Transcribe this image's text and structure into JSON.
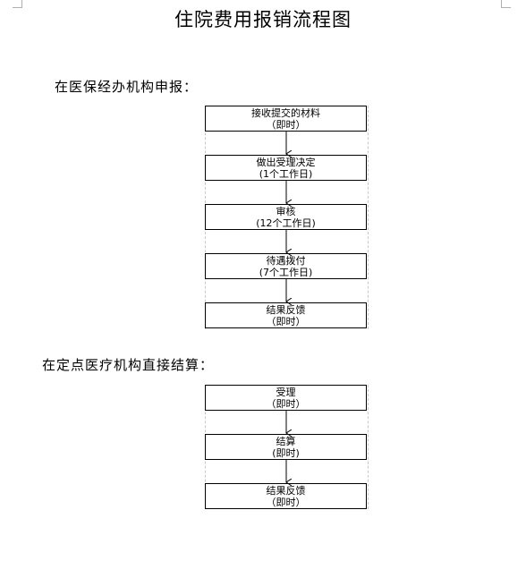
{
  "title": "住院费用报销流程图",
  "sections": [
    {
      "heading": "在医保经办机构申报：",
      "steps": [
        {
          "label": "接收提交的材料",
          "duration": "（即时）"
        },
        {
          "label": "做出受理决定",
          "duration": "(1个工作日)"
        },
        {
          "label": "审核",
          "duration": "(12个工作日)"
        },
        {
          "label": "待遇拨付",
          "duration": "(7个工作日)"
        },
        {
          "label": "结果反馈",
          "duration": "（即时）"
        }
      ]
    },
    {
      "heading": "在定点医疗机构直接结算：",
      "steps": [
        {
          "label": "受理",
          "duration": "（即时）"
        },
        {
          "label": "结算",
          "duration": "(即时)"
        },
        {
          "label": "结果反馈",
          "duration": "（即时）"
        }
      ]
    }
  ]
}
